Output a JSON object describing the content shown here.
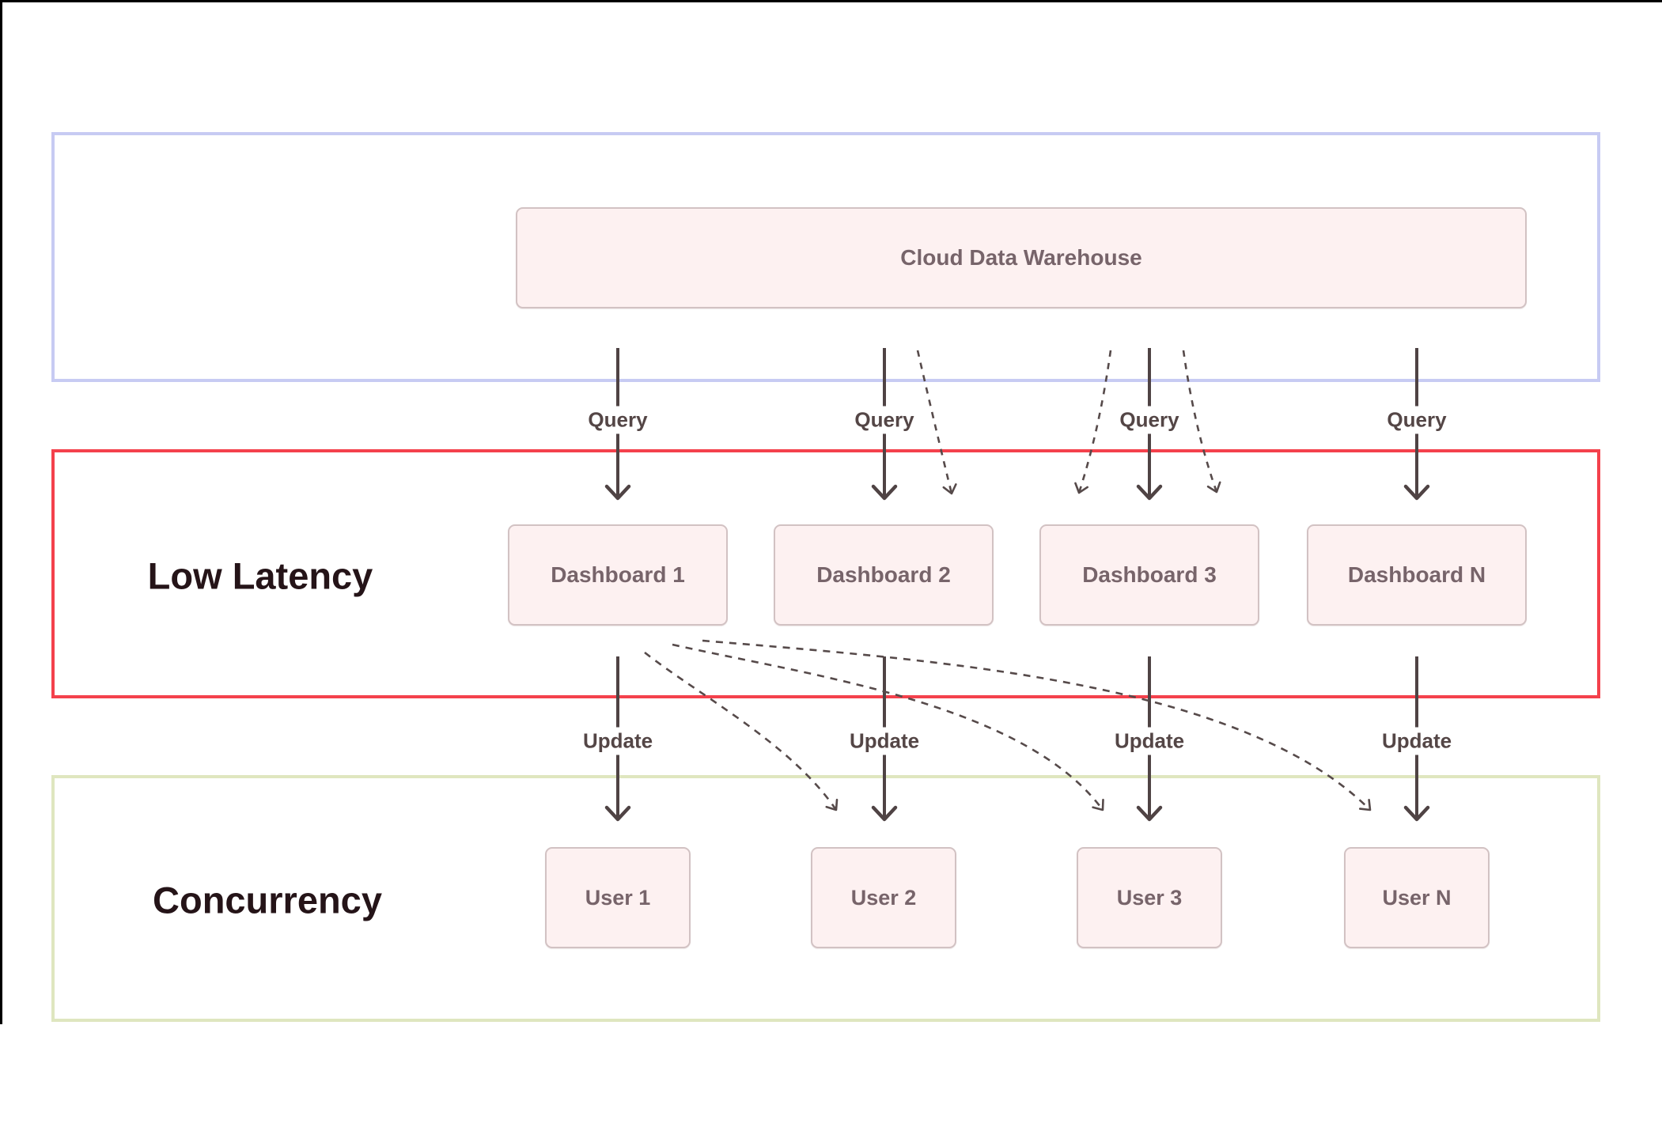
{
  "tiers": [
    {
      "name": "warehouse-tier",
      "label": "",
      "border_color": "#c7cbf3"
    },
    {
      "name": "low-latency-tier",
      "label": "Low Latency",
      "border_color": "#f4414c"
    },
    {
      "name": "concurrency-tier",
      "label": "Concurrency",
      "border_color": "#dfe6bf"
    }
  ],
  "nodes": {
    "warehouse": {
      "label": "Cloud Data Warehouse"
    },
    "dashboards": [
      {
        "label": "Dashboard 1"
      },
      {
        "label": "Dashboard 2"
      },
      {
        "label": "Dashboard 3"
      },
      {
        "label": "Dashboard N"
      }
    ],
    "users": [
      {
        "label": "User 1"
      },
      {
        "label": "User 2"
      },
      {
        "label": "User 3"
      },
      {
        "label": "User N"
      }
    ]
  },
  "edge_labels": {
    "query": [
      "Query",
      "Query",
      "Query",
      "Query"
    ],
    "update": [
      "Update",
      "Update",
      "Update",
      "Update"
    ]
  },
  "colors": {
    "background": "#ffffff",
    "node_fill": "#fdf1f1",
    "node_border": "#d2c2c3",
    "node_text": "#77646a",
    "arrow": "#4f4344",
    "dashed_arrow": "#564a4a",
    "edge_label_text": "#544646",
    "heading_text": "#251418",
    "tier_blue_border": "#c7cbf3",
    "tier_red_border": "#f4414c",
    "tier_green_border": "#dfe6bf"
  }
}
